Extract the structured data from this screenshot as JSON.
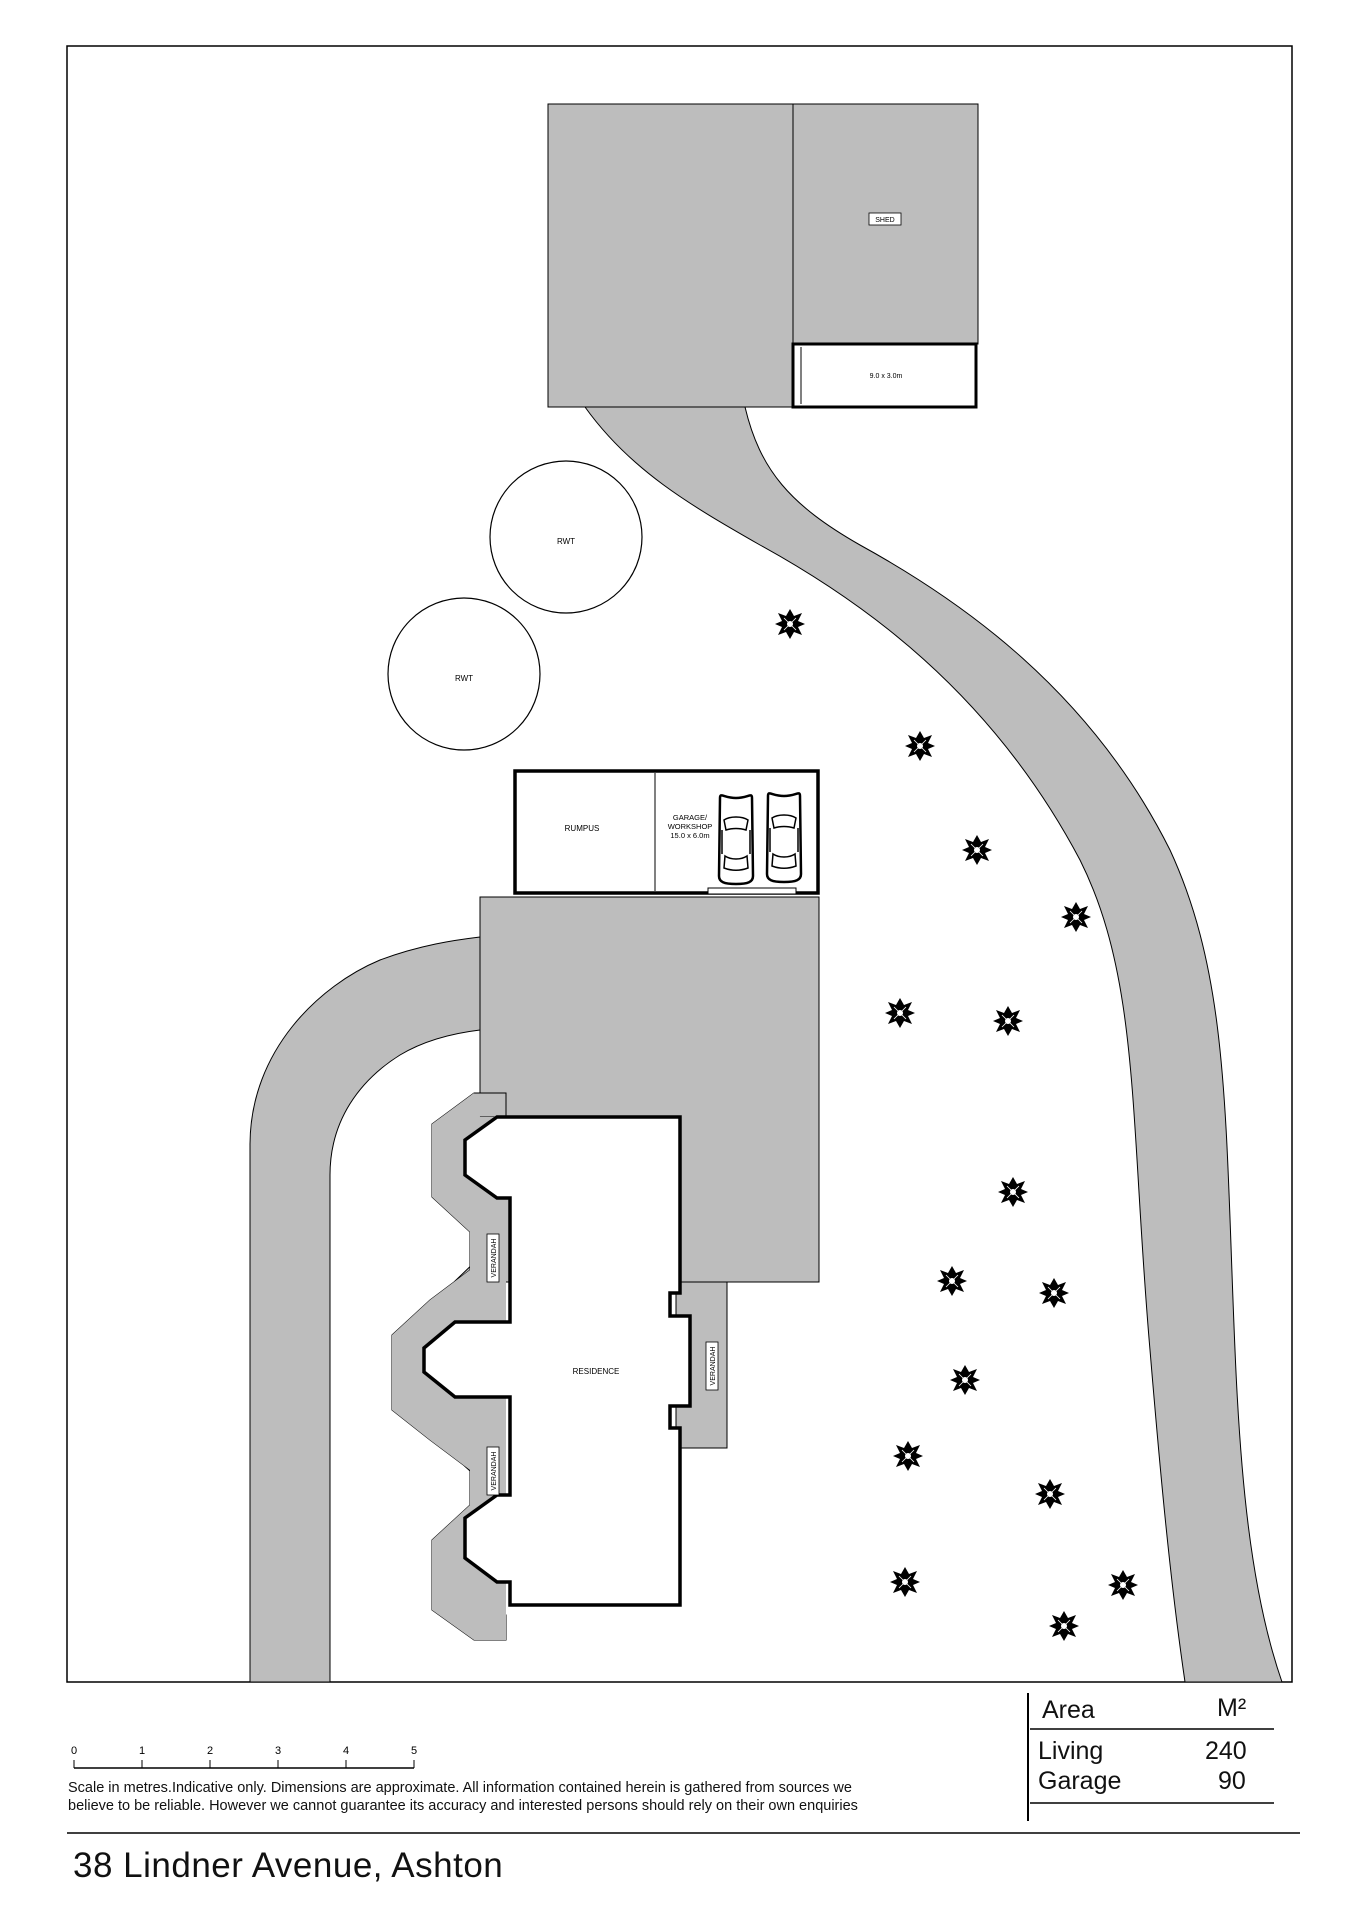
{
  "site_plan": {
    "labels": {
      "shed": "SHED",
      "shed_dimension": "9.0 x 3.0m",
      "rwt_top": "RWT",
      "rwt_bottom": "RWT",
      "rumpus": "RUMPUS",
      "garage_line1": "GARAGE/",
      "garage_line2": "WORKSHOP",
      "garage_line3": "15.0 x 6.0m",
      "residence": "RESIDENCE",
      "verandah_left_upper": "VERANDAH",
      "verandah_left_lower": "VERANDAH",
      "verandah_right": "VERANDAH"
    },
    "colors": {
      "paved": "#bdbdbd",
      "outline": "#000000",
      "background": "#ffffff"
    },
    "tree_icon": "shrub-icon",
    "car_icon": "car-icon"
  },
  "scale_bar": {
    "ticks": [
      "0",
      "1",
      "2",
      "3",
      "4",
      "5"
    ]
  },
  "disclaimer": {
    "line1": "Scale in metres.Indicative only. Dimensions are approximate. All information contained herein is gathered from sources we",
    "line2": "believe to be reliable. However we cannot guarantee its accuracy and interested persons should rely on their own enquiries"
  },
  "area_table": {
    "header_label": "Area",
    "header_unit": "M²",
    "rows": [
      {
        "label": "Living",
        "value": "240"
      },
      {
        "label": "Garage",
        "value": "90"
      }
    ]
  },
  "address": "38 Lindner Avenue, Ashton"
}
